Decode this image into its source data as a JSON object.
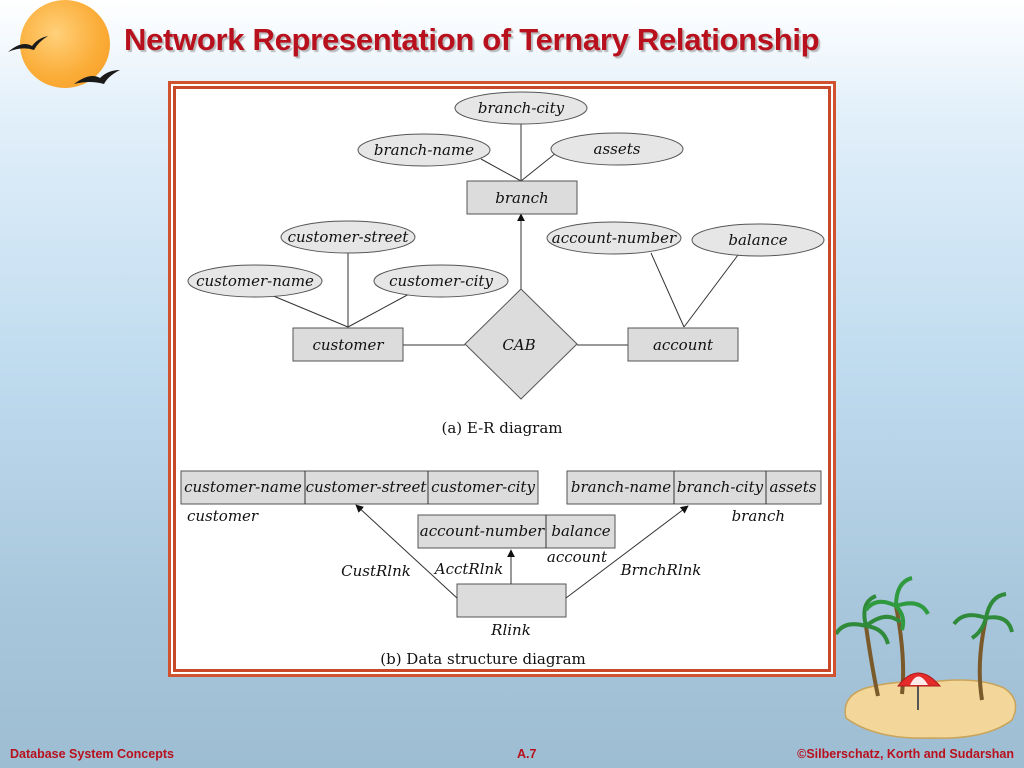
{
  "slide": {
    "title": "Network Representation of Ternary Relationship"
  },
  "er_diagram": {
    "caption": "(a) E-R diagram",
    "entities": {
      "branch": "branch",
      "customer": "customer",
      "account": "account"
    },
    "relationship": "CAB",
    "attributes": {
      "branch_city": "branch-city",
      "branch_name": "branch-name",
      "assets": "assets",
      "customer_street": "customer-street",
      "customer_name": "customer-name",
      "customer_city": "customer-city",
      "account_number": "account-number",
      "balance": "balance"
    }
  },
  "ds_diagram": {
    "caption": "(b) Data structure diagram",
    "customer_record": {
      "fields": [
        "customer-name",
        "customer-street",
        "customer-city"
      ],
      "label": "customer"
    },
    "branch_record": {
      "fields": [
        "branch-name",
        "branch-city",
        "assets"
      ],
      "label": "branch"
    },
    "account_record": {
      "fields": [
        "account-number",
        "balance"
      ],
      "label": "account"
    },
    "rlink_label": "Rlink",
    "links": {
      "cust": "CustRlnk",
      "acct": "AcctRlnk",
      "brnch": "BrnchRlnk"
    }
  },
  "footer": {
    "left": "Database System Concepts",
    "center": "A.7",
    "right": "©Silberschatz, Korth and Sudarshan"
  },
  "colors": {
    "title": "#b8101c",
    "frame": "#d0522e",
    "entity_fill": "#dcdcdc"
  },
  "decorations": [
    "sun-icon",
    "bird-icon",
    "palm-island-icon"
  ]
}
